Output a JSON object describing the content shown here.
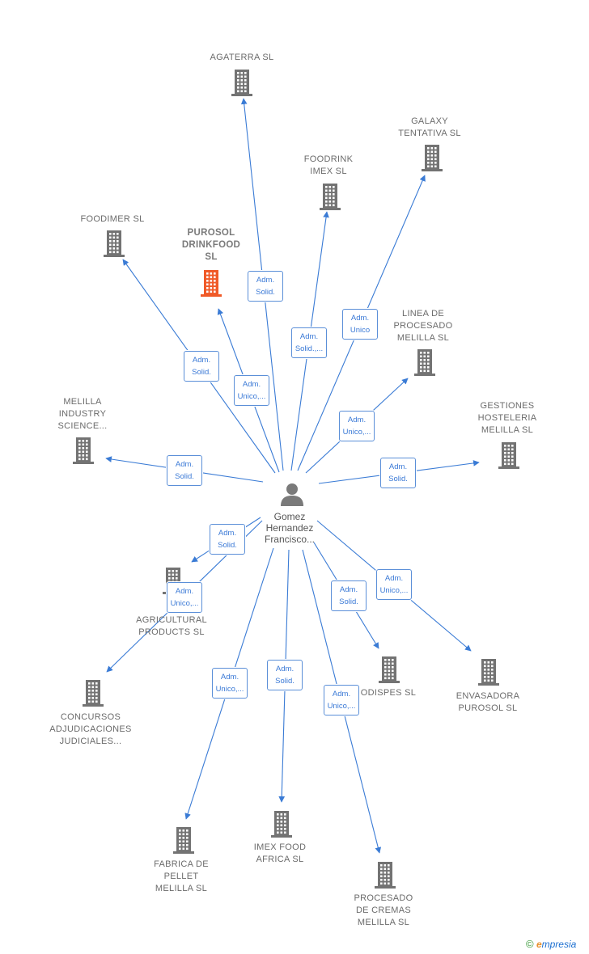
{
  "person": {
    "name": "Gomez\nHernandez\nFrancisco..."
  },
  "companies": [
    {
      "id": "agaterra",
      "label": "AGATERRA SL",
      "focus": false
    },
    {
      "id": "galaxy",
      "label": "GALAXY\nTENTATIVA  SL",
      "focus": false
    },
    {
      "id": "foodrink",
      "label": "FOODRINK\nIMEX  SL",
      "focus": false
    },
    {
      "id": "foodimer",
      "label": "FOODIMER  SL",
      "focus": false
    },
    {
      "id": "purosol",
      "label": "PUROSOL\nDRINKFOOD\nSL",
      "focus": true
    },
    {
      "id": "linea",
      "label": "LINEA DE\nPROCESADO\nMELILLA  SL",
      "focus": false
    },
    {
      "id": "melilla-industry",
      "label": "MELILLA\nINDUSTRY\nSCIENCE...",
      "focus": false
    },
    {
      "id": "gestiones",
      "label": "GESTIONES\nHOSTELERIA\nMELILLA  SL",
      "focus": false
    },
    {
      "id": "agricultural",
      "label": "AGRICULTURAL\nPRODUCTS  SL",
      "focus": false
    },
    {
      "id": "concursos",
      "label": "CONCURSOS\nADJUDICACIONES\nJUDICIALES...",
      "focus": false
    },
    {
      "id": "odispes",
      "label": "ODISPES  SL",
      "focus": false
    },
    {
      "id": "envasadora",
      "label": "ENVASADORA\nPUROSOL  SL",
      "focus": false
    },
    {
      "id": "fabrica",
      "label": "FABRICA DE\nPELLET\nMELILLA  SL",
      "focus": false
    },
    {
      "id": "imex-africa",
      "label": "IMEX FOOD\nAFRICA  SL",
      "focus": false
    },
    {
      "id": "procesado-cremas",
      "label": "PROCESADO\nDE CREMAS\nMELILLA  SL",
      "focus": false
    }
  ],
  "edges": [
    {
      "to": "agaterra",
      "label": "Adm.\nSolid."
    },
    {
      "to": "foodrink",
      "label": "Adm.\nSolid.,..."
    },
    {
      "to": "galaxy",
      "label": "Adm.\nUnico"
    },
    {
      "to": "foodimer",
      "label": "Adm.\nSolid."
    },
    {
      "to": "purosol",
      "label": "Adm.\nUnico,..."
    },
    {
      "to": "linea",
      "label": "Adm.\nUnico,..."
    },
    {
      "to": "melilla-industry",
      "label": "Adm.\nSolid."
    },
    {
      "to": "gestiones",
      "label": "Adm.\nSolid."
    },
    {
      "to": "agricultural",
      "label": "Adm.\nSolid."
    },
    {
      "to": "concursos",
      "label": "Adm.\nUnico,..."
    },
    {
      "to": "odispes",
      "label": "Adm.\nSolid."
    },
    {
      "to": "envasadora",
      "label": "Adm.\nUnico,..."
    },
    {
      "to": "fabrica",
      "label": "Adm.\nUnico,..."
    },
    {
      "to": "imex-africa",
      "label": "Adm.\nSolid."
    },
    {
      "to": "procesado-cremas",
      "label": "Adm.\nUnico,..."
    }
  ],
  "footer": {
    "copyright": "©",
    "brand_initial": "e",
    "brand_rest": "mpresia"
  },
  "colors": {
    "edge": "#3a7bd5",
    "building": "#737373",
    "focus_building": "#f05a28"
  }
}
